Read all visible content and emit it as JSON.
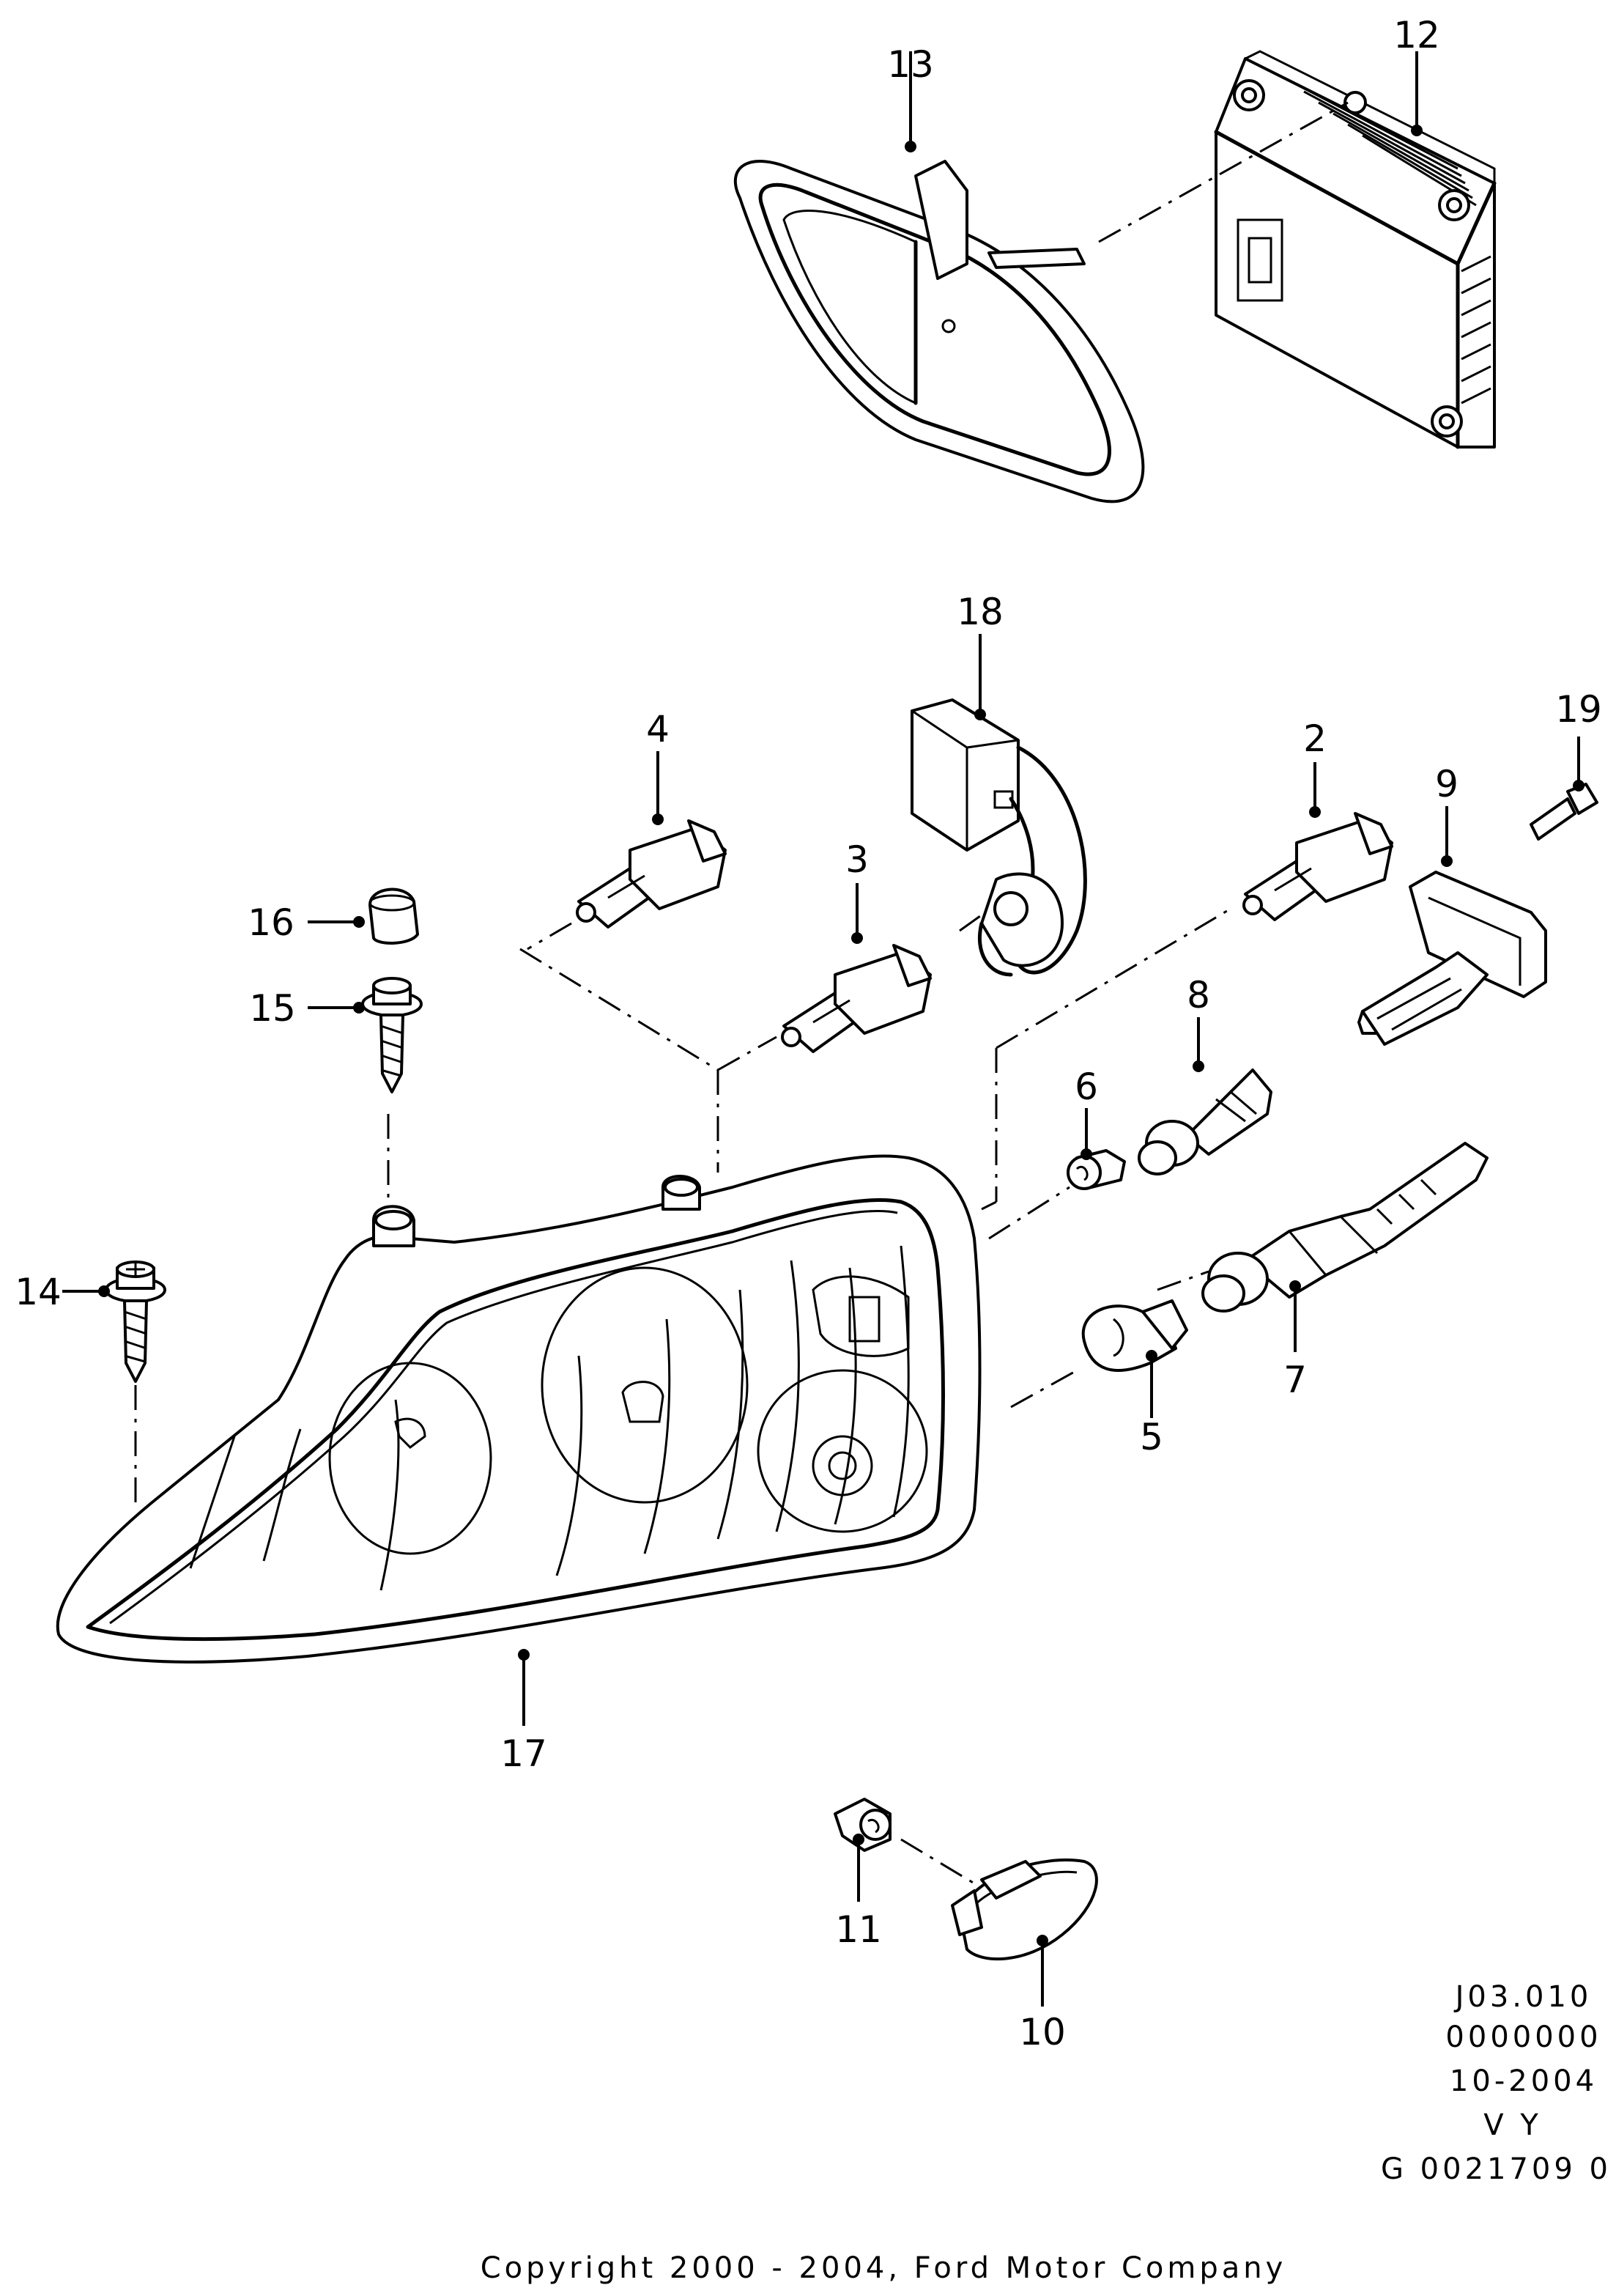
{
  "callouts": [
    "13",
    "12",
    "18",
    "19",
    "4",
    "2",
    "9",
    "3",
    "16",
    "15",
    "8",
    "6",
    "14",
    "7",
    "5",
    "17",
    "11",
    "10"
  ],
  "reference_block": {
    "line1": "J03.010",
    "line2": "0000000",
    "line3": "10-2004",
    "line4": "V Y",
    "line5": "G 0021709 0"
  },
  "copyright": "Copyright 2000 - 2004, Ford Motor Company",
  "colors": {
    "ink": "#000000",
    "paper": "#ffffff"
  }
}
